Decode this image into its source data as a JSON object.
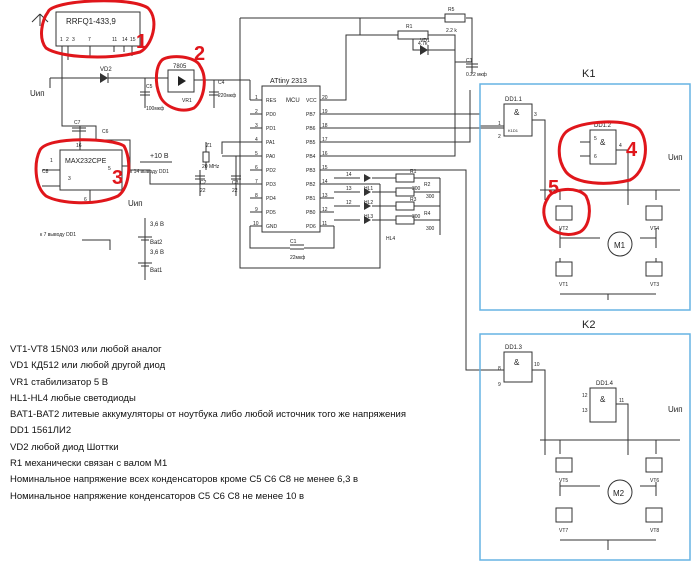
{
  "modules": {
    "rf": "RRFQ1-433,9",
    "rf_pins": [
      "1",
      "2",
      "3",
      "7",
      "11",
      "14",
      "15"
    ],
    "mcu": "ATtiny 2313",
    "mcu_tag": "MCU",
    "reg": "7805",
    "max": "MAX232CPE",
    "and1": "DD1.1",
    "and2": "DD1.2",
    "and3": "DD1.3",
    "and4": "DD1.4",
    "and_sym": "&",
    "and_part": "K1D1"
  },
  "mcu_left": [
    "RES",
    "PD0",
    "PD1",
    "PA1",
    "PA0",
    "PD2",
    "PD3",
    "PD4",
    "PD5",
    "GND"
  ],
  "mcu_left_nums": [
    "1",
    "2",
    "3",
    "4",
    "5",
    "6",
    "7",
    "8",
    "9",
    "10"
  ],
  "mcu_right": [
    "VCC",
    "PB7",
    "PB6",
    "PB5",
    "PB4",
    "PB3",
    "PB2",
    "PB1",
    "PB0",
    "PD6"
  ],
  "mcu_right_nums": [
    "20",
    "19",
    "18",
    "17",
    "16",
    "15",
    "14",
    "13",
    "12",
    "11"
  ],
  "labels": {
    "uip": "Uип",
    "vd2": "VD2",
    "c5": "C5",
    "c5v": "100мкф",
    "c4": "C4",
    "c4v": "220мкф",
    "vr1": "VR1",
    "c7": "C7",
    "c6": "C6",
    "c8": "C8",
    "plus10": "+10 В",
    "to14": "к 14 выводу DD1",
    "to7": "к 7 выводу DD1",
    "z1": "Z1",
    "mhz": "20 MHz",
    "c2": "C2",
    "c3": "C3",
    "c22": "22",
    "c1": "C1",
    "c1v": "22мкф",
    "c1b": "C1",
    "c1bv": "0.22 мкф",
    "r1": "R1",
    "r1v": "4.7k",
    "r5": "R5",
    "r5v": "2.2 k",
    "vd1": "VD1",
    "bat2": "Bat2",
    "bat1": "Bat1",
    "v36": "3,6 В",
    "hl1": "HL1",
    "hl2": "HL2",
    "hl3": "HL3",
    "hl4": "HL4",
    "r1b": "R1",
    "r2": "R2",
    "r3": "R3",
    "r4": "R4",
    "r300": "300",
    "k1": "K1",
    "k2": "K2",
    "m1": "M1",
    "m2": "M2",
    "vt1": "VT1",
    "vt2": "VT2",
    "vt3": "VT3",
    "vt4": "VT4",
    "vt5": "VT5",
    "vt6": "VT6",
    "vt7": "VT7",
    "vt8": "VT8",
    "n1": "1",
    "n2": "2",
    "n3": "3",
    "n4": "4",
    "n5": "5",
    "n6": "6",
    "n8": "8",
    "n9": "9",
    "n10": "10",
    "n11": "11",
    "n12": "12",
    "n13": "13",
    "n14": "14",
    "n15": "15",
    "n16": "16",
    "n17": "17",
    "n18": "18"
  },
  "annotations": [
    "1",
    "2",
    "3",
    "4",
    "5"
  ],
  "notes": [
    "VT1-VT8    15N03   или любой аналог",
    "VD1 КД512 или любой другой диод",
    "VR1 стабилизатор 5 В",
    "HL1-HL4 любые светодиоды",
    "BAT1-BAT2 литевые аккумуляторы от ноутбука либо любой источник того же напряжения",
    "DD1 1561ЛИ2",
    "VD2 любой диод Шоттки",
    "R1 механически связан с валом М1",
    "Номинальное напряжение всех конденсаторов кроме С5 С6 С8 не менее 6,3 в",
    "Номинальное напряжение конденсаторов С5 С6 С8 не менее 10 в"
  ]
}
